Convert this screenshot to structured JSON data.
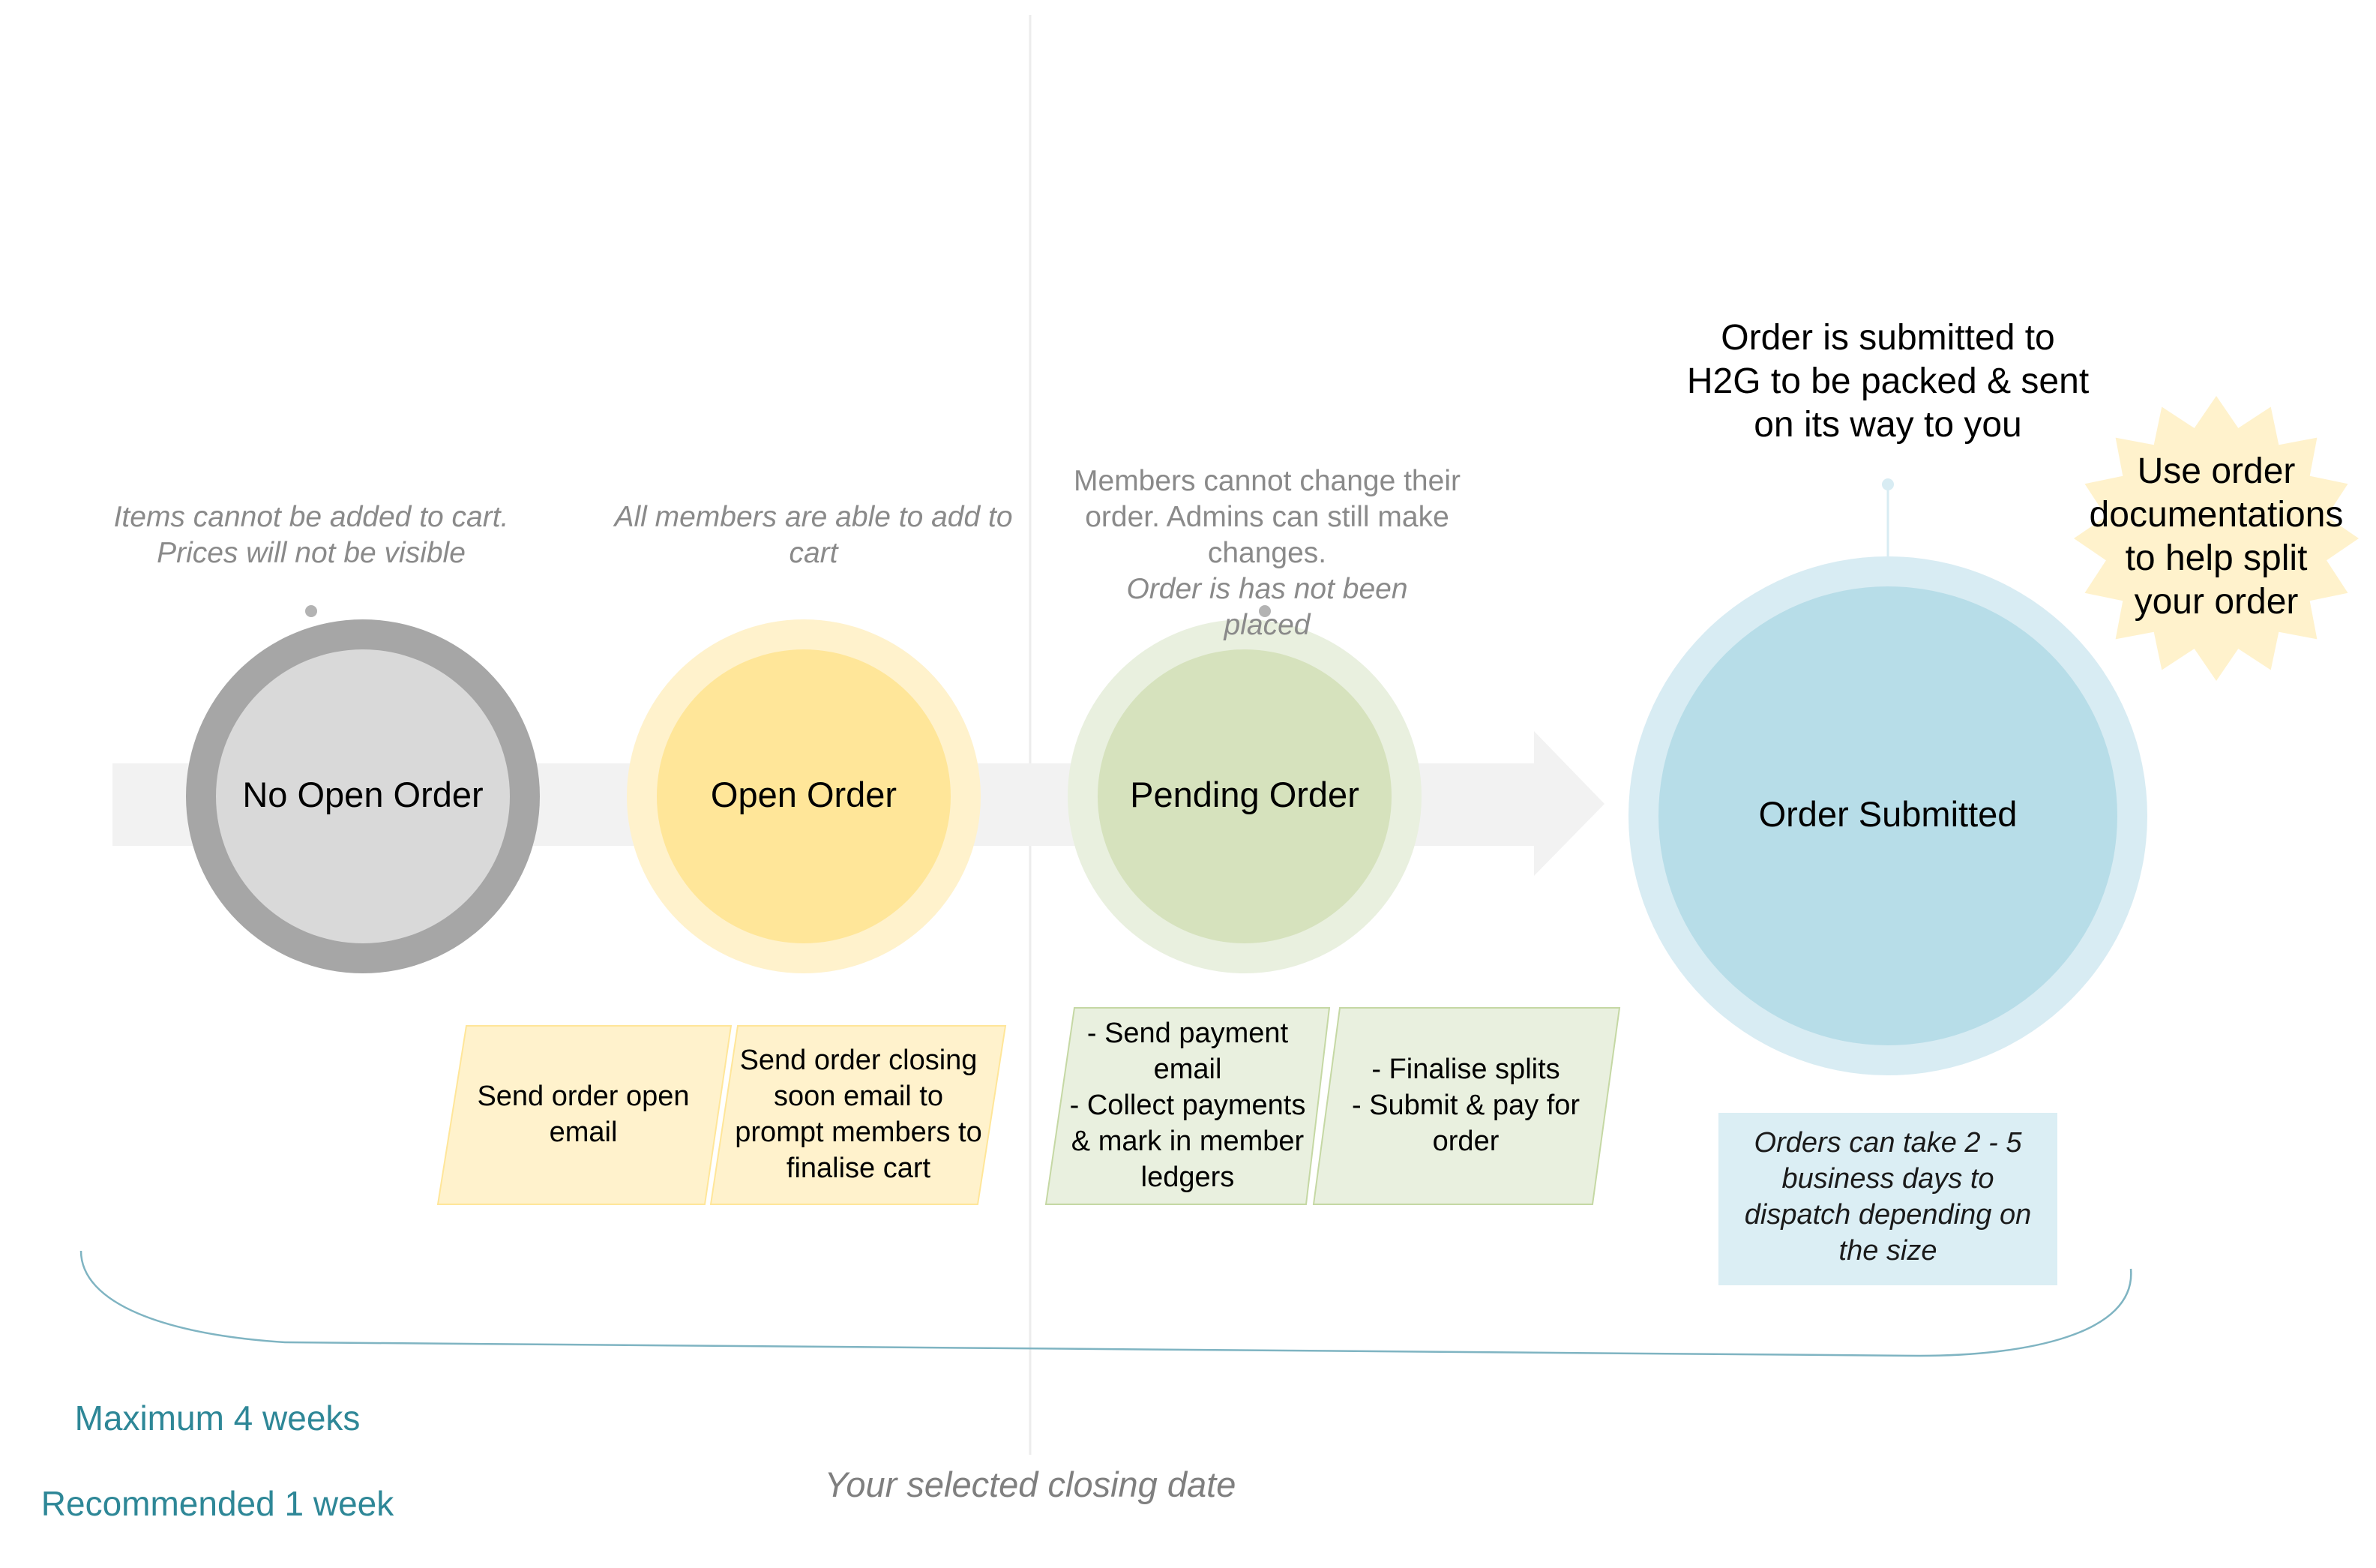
{
  "stages": [
    {
      "name": "No Open Order",
      "note": "Items cannot be added to cart.\nPrices will not be visible"
    },
    {
      "name": "Open Order",
      "note": "All members are able to add to\ncart"
    },
    {
      "name": "Pending Order",
      "note_plain": "Members cannot change their\norder. Admins can still make\nchanges.",
      "note_italic": "Order is has not been\nplaced"
    },
    {
      "name": "Order Submitted",
      "note": "Order is  submitted to\nH2G to be packed & sent\non its way to you"
    }
  ],
  "tasks": {
    "send_open_email": "Send order open\nemail",
    "send_closing_email": "Send order closing\nsoon email to\nprompt members to\nfinalise cart",
    "payments": "- Send payment\nemail\n- Collect  payments\n& mark in member\nledgers",
    "finalise": "- Finalise  splits\n- Submit & pay for\norder"
  },
  "dispatch_note": "Orders can take 2 - 5\nbusiness days to\ndispatch depending on\nthe size",
  "tip_burst": "Use order\ndocumentations\nto help split\nyour order",
  "duration": {
    "max": "Maximum 4 weeks",
    "recommended": "Recommended 1 week"
  },
  "closing_date_label": "Your selected closing date",
  "colors": {
    "grey_ring": "#a6a6a6",
    "grey_fill": "#d9d9d9",
    "yellow_ring": "#fff2cc",
    "yellow_fill": "#ffe699",
    "green_ring": "#e9f0df",
    "green_fill": "#d6e2bd",
    "blue_ring": "#d8ecf3",
    "blue_fill": "#b7dde8",
    "teal_text": "#2e8797",
    "arrow": "#f2f2f2",
    "burst": "#fff2cc"
  }
}
